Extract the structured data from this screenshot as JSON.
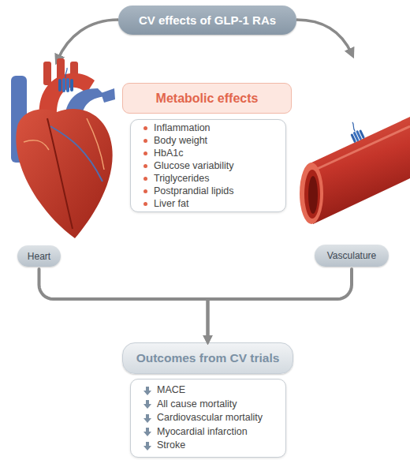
{
  "diagram": {
    "nodes": [
      {
        "text": [
          "CV effects of GLP-1 RAs"
        ]
      },
      {
        "text": [
          "Metabolic effects"
        ]
      },
      {
        "text": [
          "Inflammation",
          "Body weight",
          "HbA1c",
          "Glucose variability",
          "Triglycerides",
          "Postprandial lipids",
          "Liver fat"
        ]
      },
      {
        "text": [
          "Heart"
        ]
      },
      {
        "text": [
          "Vasculature"
        ]
      },
      {
        "text": [
          "Outcomes from CV trials"
        ]
      },
      {
        "text": [
          "MACE",
          "All cause mortality",
          "Cardiovascular mortality",
          "Myocardial infarction",
          "Stroke"
        ]
      }
    ],
    "edges": [
      {
        "from": 3,
        "to": 5,
        "arrow": "to"
      },
      {
        "from": 4,
        "to": 5,
        "arrow": "to"
      }
    ]
  }
}
